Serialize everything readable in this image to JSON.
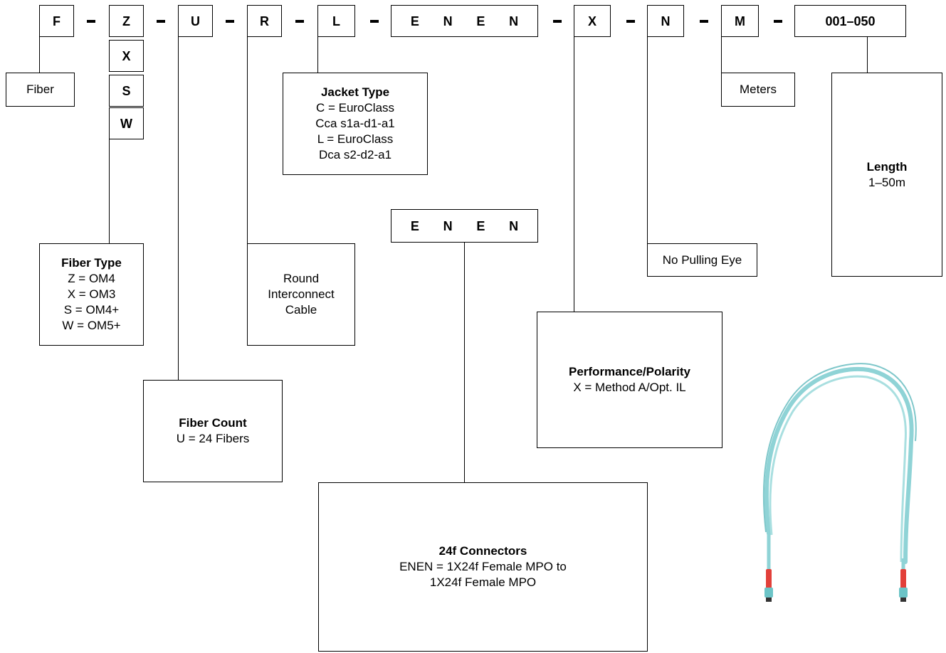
{
  "codes": {
    "f": "F",
    "z": "Z",
    "x": "X",
    "s": "S",
    "w": "W",
    "u": "U",
    "r": "R",
    "l": "L",
    "enen": [
      "E",
      "N",
      "E",
      "N"
    ],
    "x2": "X",
    "n": "N",
    "m": "M",
    "len": "001–050"
  },
  "labels": {
    "fiber": "Fiber",
    "meters": "Meters",
    "no_pulling_eye": "No Pulling Eye",
    "round": [
      "Round",
      "Interconnect",
      "Cable"
    ]
  },
  "fiber_type": {
    "title": "Fiber Type",
    "lines": [
      "Z = OM4",
      "X = OM3",
      "S = OM4+",
      "W = OM5+"
    ]
  },
  "jacket": {
    "title": "Jacket Type",
    "lines": [
      "C = EuroClass",
      "Cca s1a-d1-a1",
      "L = EuroClass",
      "Dca s2-d2-a1"
    ]
  },
  "length": {
    "title": "Length",
    "line": "1–50m"
  },
  "fiber_count": {
    "title": "Fiber Count",
    "line": "U = 24 Fibers"
  },
  "performance": {
    "title": "Performance/Polarity",
    "line": "X = Method A/Opt. IL"
  },
  "connectors": {
    "title": "24f Connectors",
    "lines": [
      "ENEN = 1X24f Female MPO to",
      "1X24f Female MPO"
    ]
  },
  "colors": {
    "cable": "#8fd3d6",
    "boot": "#e2403a"
  }
}
